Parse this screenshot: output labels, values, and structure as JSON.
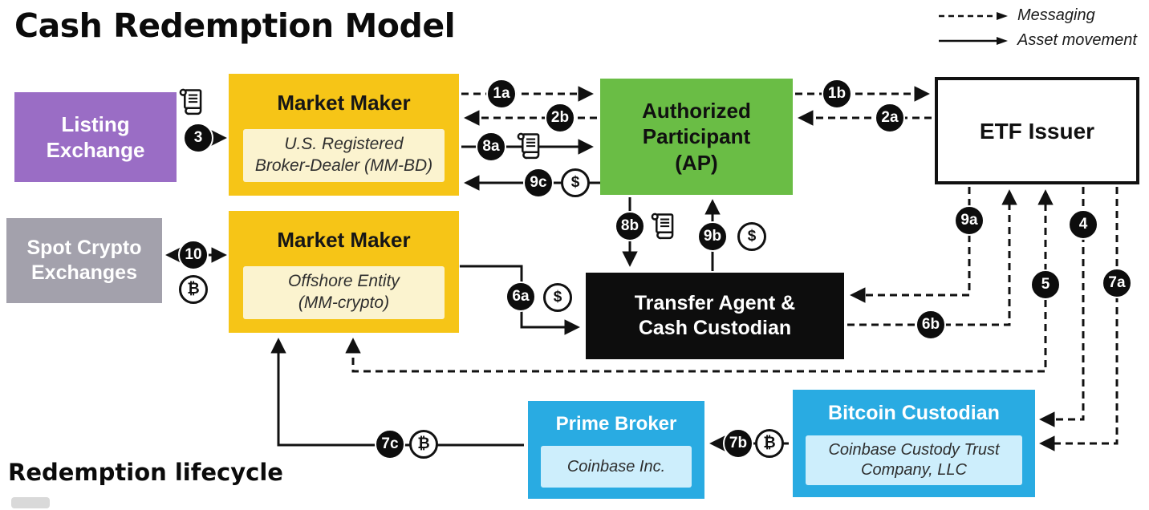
{
  "title": "Cash Redemption Model",
  "legend": {
    "messaging_label": "Messaging",
    "asset_label": "Asset movement"
  },
  "lifecycle_heading": "Redemption lifecycle",
  "colors": {
    "purple": "#9A6DC5",
    "yellow": "#F6C517",
    "pale_yellow": "#FBF3CF",
    "gray": "#A3A1AC",
    "green": "#6ABD45",
    "blue": "#29ABE2",
    "pale_blue": "#CDEEFC",
    "black": "#0D0D0D"
  },
  "nodes": {
    "listing_exchange": {
      "label": "Listing\nExchange"
    },
    "market_maker_bd": {
      "title": "Market Maker",
      "subtitle": "U.S. Registered\nBroker-Dealer (MM-BD)"
    },
    "spot_crypto_exchanges": {
      "label": "Spot Crypto\nExchanges"
    },
    "market_maker_crypto": {
      "title": "Market Maker",
      "subtitle": "Offshore Entity\n(MM-crypto)"
    },
    "authorized_participant": {
      "label": "Authorized\nParticipant\n(AP)"
    },
    "etf_issuer": {
      "label": "ETF Issuer"
    },
    "transfer_agent": {
      "label": "Transfer Agent &\nCash Custodian"
    },
    "prime_broker": {
      "title": "Prime Broker",
      "subtitle": "Coinbase Inc."
    },
    "bitcoin_custodian": {
      "title": "Bitcoin Custodian",
      "subtitle": "Coinbase Custody Trust\nCompany, LLC"
    }
  },
  "steps": {
    "1a": "1a",
    "1b": "1b",
    "2a": "2a",
    "2b": "2b",
    "3": "3",
    "4": "4",
    "5": "5",
    "6a": "6a",
    "6b": "6b",
    "7a": "7a",
    "7b": "7b",
    "7c": "7c",
    "8a": "8a",
    "8b": "8b",
    "9a": "9a",
    "9b": "9b",
    "9c": "9c",
    "10": "10"
  },
  "icons": {
    "dollar": "$",
    "bitcoin": "₿"
  }
}
